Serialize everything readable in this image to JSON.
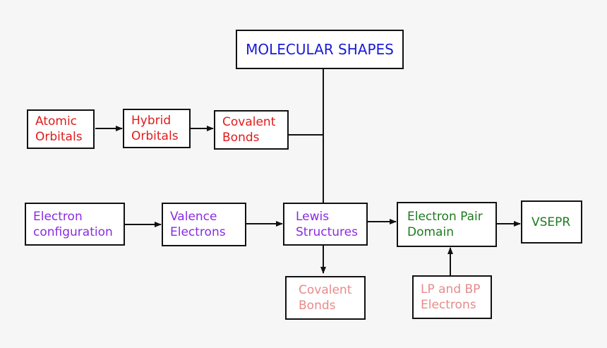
{
  "colors": {
    "title": "#1a1ad6",
    "red": "#e01b1b",
    "purple": "#8a2be2",
    "green": "#1e7b1e",
    "pink": "#e88a8a",
    "line": "#111111",
    "background": "#f6f6f6"
  },
  "nodes": {
    "molecular_shapes": [
      "MOLECULAR SHAPES"
    ],
    "atomic_orbitals": [
      "Atomic",
      "Orbitals"
    ],
    "hybrid_orbitals": [
      "Hybrid",
      "Orbitals"
    ],
    "covalent_bonds_top": [
      "Covalent",
      "Bonds"
    ],
    "electron_configuration": [
      "Electron",
      "configuration"
    ],
    "valence_electrons": [
      "Valence",
      "Electrons"
    ],
    "lewis_structures": [
      "Lewis",
      "Structures"
    ],
    "electron_pair_domain": [
      "Electron Pair",
      "Domain"
    ],
    "vsepr": [
      "VSEPR"
    ],
    "covalent_bonds_bottom": [
      "Covalent",
      "Bonds"
    ],
    "lp_bp_electrons": [
      "LP and BP",
      "Electrons"
    ]
  }
}
